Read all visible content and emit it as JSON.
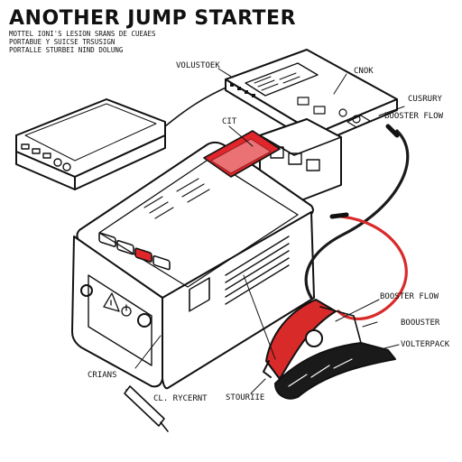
{
  "title": "ANOTHER JUMP STARTER",
  "subtitle_lines": [
    "MOTTEL IONI'S LESION SRANS DE CUEAES",
    "PORTABUE Y SUICSE TRSUSIGN",
    "PORTALLE STURBEI NIND DOLUNG"
  ],
  "labels": {
    "volustoek": "VOLUSTOEK",
    "cnok": "CNOK",
    "cusrury": "CUSRURY",
    "booster_flow_top": "BOOSTER FLOW",
    "cit": "CIT",
    "booster_flow_mid": "BOOSTER FLOW",
    "booster": "BOOUSTER",
    "volterpack": "VOLTERPACK",
    "crians": "CRIANS",
    "stourie": "STOURIIE",
    "rycernt": "CL. RYCERNT"
  },
  "colors": {
    "outline": "#111111",
    "accent_red": "#e0262b",
    "clamp_red": "#d92a2a",
    "cable_black": "#1a1a1a",
    "background": "#ffffff"
  },
  "icons": [
    "warning-triangle-icon",
    "power-icon",
    "lightning-bolt-icon"
  ]
}
